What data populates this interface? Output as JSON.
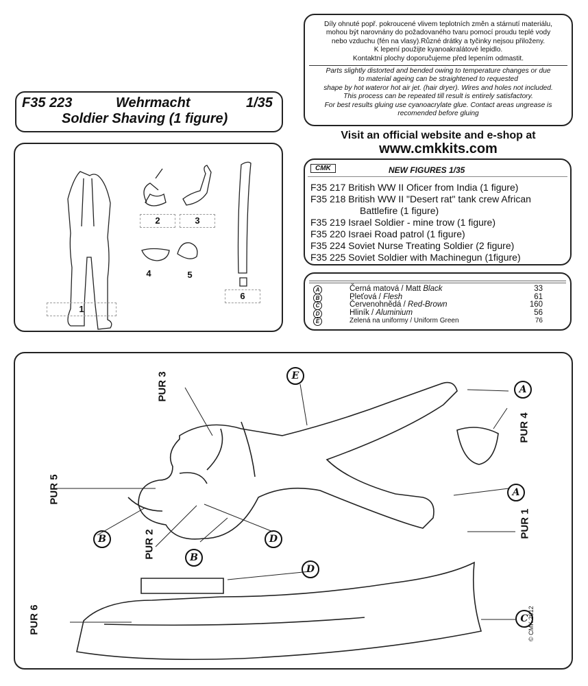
{
  "title": {
    "code": "F35 223",
    "army": "Wehrmacht",
    "scale": "1/35",
    "subtitle": "Soldier Shaving (1 figure)"
  },
  "notes": {
    "czech": [
      "Díly ohnuté popř. pokroucené vlivem teplotních změn a stárnutí materiálu,",
      "mohou být narovnány do požadovaného tvaru pomocí proudu teplé vody",
      "nebo vzduchu (fén na vlasy).Různé drátky a tyčinky nejsou přiloženy.",
      "K lepení použijte kyanoakralátové lepidlo.",
      "Kontaktní plochy doporučujeme před lepením odmastit."
    ],
    "english": [
      "Parts slightly distorted and bended owing to temperature changes or due",
      "to material ageing can be straightened to requested",
      "shape by hot wateror hot  air jet.  (hair dryer). Wires and holes not included.",
      "This process can be repeated till result is entirely satisfactory.",
      "For best results gluing use cyanoacrylate glue. Contact areas ungrease is",
      "recomended before gluing"
    ]
  },
  "visit": {
    "line1": "Visit an official website and e-shop at",
    "url": "www.cmkkits.com"
  },
  "new_figures": {
    "logo": "CMK",
    "heading": "NEW FIGURES  1/35",
    "items": [
      "F35 217 British WW II Oficer from India (1 figure)",
      "F35 218 British WW II \"Desert rat\" tank crew African",
      "Battlefire (1 figure)",
      "F35 219 Israel Soldier - mine trow (1 figure)",
      "F35 220 Israei Road patrol (1 figure)",
      "F35 224 Soviet Nurse Treating Soldier (2 figure)",
      "F35 225 Soviet Soldier with Machinegun (1figure)"
    ]
  },
  "paints": [
    {
      "letter": "A",
      "czech": "Černá matová / ",
      "english": "Matt Black",
      "plain": "Matt ",
      "ital": "Black",
      "code": "33"
    },
    {
      "letter": "B",
      "plain": "Pleťová / ",
      "ital": "Flesh",
      "code": "61"
    },
    {
      "letter": "C",
      "plain": "Červenohnědá / ",
      "ital": "Red-Brown",
      "code": "160"
    },
    {
      "letter": "D",
      "plain": "Hliník / ",
      "ital": "Aluminium",
      "code": "56"
    },
    {
      "letter": "E",
      "plain": "Zelená na uniformy / Uniform Green",
      "ital": "",
      "code": "76"
    }
  ],
  "parts": [
    "1",
    "2",
    "3",
    "4",
    "5",
    "6"
  ],
  "assembly": {
    "labels": [
      "PUR 3",
      "PUR 4",
      "PUR 5",
      "PUR 2",
      "PUR 1",
      "PUR 6"
    ],
    "callouts": [
      "E",
      "A",
      "A",
      "B",
      "B",
      "D",
      "D",
      "C"
    ],
    "copyright": "© CMK 2012"
  }
}
